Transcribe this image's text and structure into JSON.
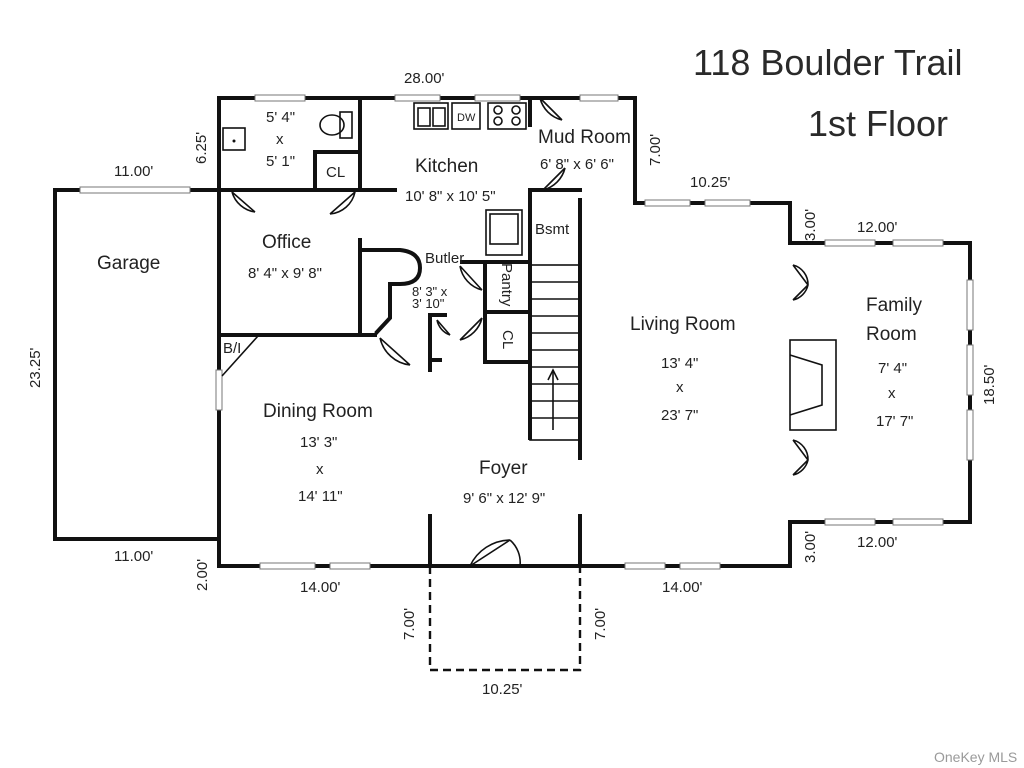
{
  "header": {
    "address": "118 Boulder Trail",
    "floor": "1st Floor"
  },
  "rooms": {
    "garage": {
      "name": "Garage"
    },
    "office": {
      "name": "Office",
      "size": "8' 4\" x 9' 8\""
    },
    "bath": {
      "w": "5' 4\"",
      "x": "x",
      "h": "5' 1\""
    },
    "closet_office": {
      "name": "CL"
    },
    "kitchen": {
      "name": "Kitchen",
      "size": "10' 8\" x 10' 5\"",
      "dw": "DW"
    },
    "mud_room": {
      "name": "Mud Room",
      "size": "6' 8\" x 6' 6\""
    },
    "basement": {
      "name": "Bsmt"
    },
    "butler": {
      "name": "Butler",
      "size_a": "8' 3\" x",
      "size_b": "3' 10\""
    },
    "pantry": {
      "name": "Pantry"
    },
    "closet_hall": {
      "name": "CL"
    },
    "builtin": {
      "name": "B/I"
    },
    "dining": {
      "name": "Dining Room",
      "w": "13' 3\"",
      "x": "x",
      "h": "14' 11\""
    },
    "foyer": {
      "name": "Foyer",
      "size": "9' 6\" x 12' 9\""
    },
    "living": {
      "name": "Living Room",
      "w": "13' 4\"",
      "x": "x",
      "h": "23' 7\""
    },
    "family": {
      "name_a": "Family",
      "name_b": "Room",
      "w": "7' 4\"",
      "x": "x",
      "h": "17' 7\""
    }
  },
  "dimensions": {
    "top_28": "28.00'",
    "left_625": "6.25'",
    "mud_700": "7.00'",
    "living_top_1025": "10.25'",
    "garage_top_1100": "11.00'",
    "garage_bottom_1100": "11.00'",
    "garage_side_2325": "23.25'",
    "bump_top_300": "3.00'",
    "bump_bottom_300": "3.00'",
    "family_top_1200": "12.00'",
    "family_bottom_1200": "12.00'",
    "family_side_1850": "18.50'",
    "front_left_200": "2.00'",
    "front_left_1400": "14.00'",
    "front_right_1400": "14.00'",
    "porch_left_700": "7.00'",
    "porch_right_700": "7.00'",
    "porch_bottom_1025": "10.25'"
  },
  "watermark": "OneKey MLS"
}
